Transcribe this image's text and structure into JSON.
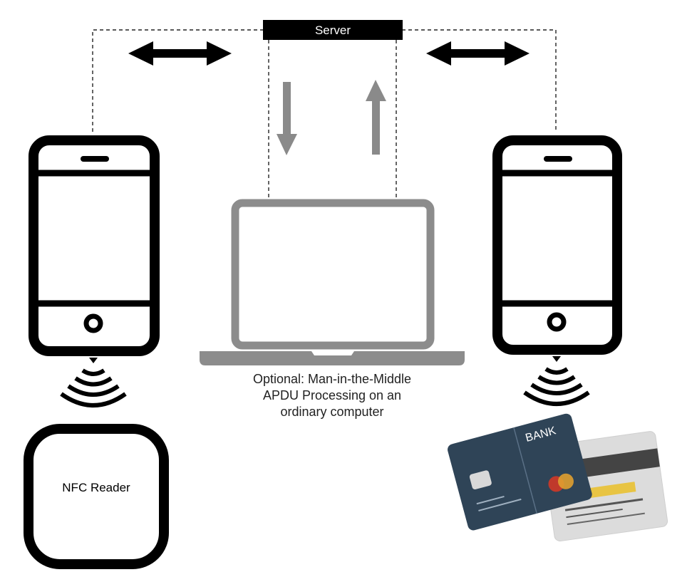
{
  "server": {
    "label": "Server"
  },
  "laptop": {
    "caption_line1": "Optional: Man-in-the-Middle",
    "caption_line2": "APDU Processing on an",
    "caption_line3": "ordinary computer"
  },
  "nfc_reader": {
    "label": "NFC Reader"
  },
  "bank_card": {
    "brand_text": "BANK"
  },
  "colors": {
    "line": "#000000",
    "laptop_gray": "#8c8c8c",
    "card_blue": "#2f4457",
    "card_back": "#d9d9d9",
    "stripe_dark": "#4a4a4a",
    "stripe_yellow": "#e7c544",
    "mc_left": "#c0392b",
    "mc_right": "#e0a030"
  },
  "icons": {
    "left_phone": "smartphone-icon",
    "right_phone": "smartphone-icon",
    "laptop": "laptop-icon",
    "left_nfc_waves": "nfc-waves-icon",
    "right_nfc_waves": "nfc-waves-icon",
    "card": "credit-card-icon"
  }
}
